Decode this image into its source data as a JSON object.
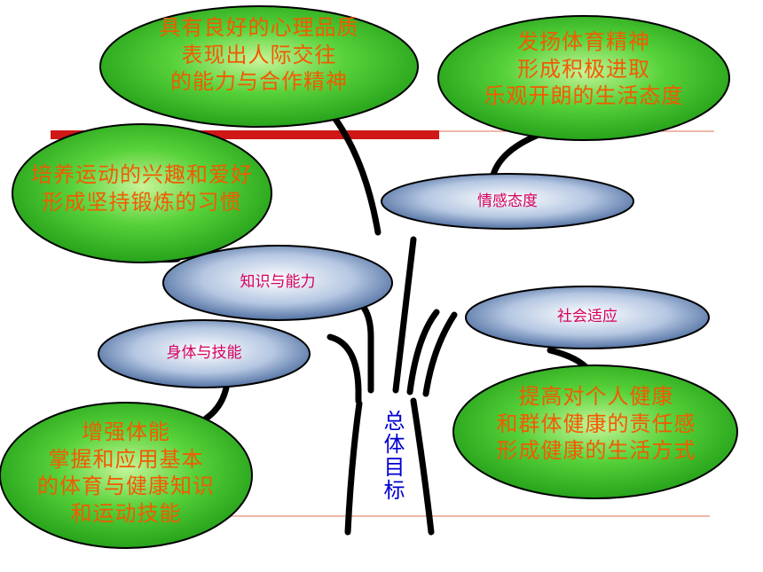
{
  "center": {
    "label": "总体目标"
  },
  "categories": {
    "emotion": "情感态度",
    "knowledge": "知识与能力",
    "social": "社会适应",
    "body": "身体与技能"
  },
  "goals": {
    "top_left": [
      "具有良好的心理品质",
      "表现出人际交往",
      "的能力与合作精神"
    ],
    "top_right": [
      "发扬体育精神",
      "形成积极进取",
      "乐观开朗的生活态度"
    ],
    "mid_left": [
      "培养运动的兴趣和爱好",
      "形成坚持锻炼的习惯"
    ],
    "bottom_right": [
      "提高对个人健康",
      "和群体健康的责任感",
      "形成健康的生活方式"
    ],
    "bottom_left": [
      "增强体能",
      "掌握和应用基本",
      "的体育与健康知识",
      "和运动技能"
    ]
  },
  "colors": {
    "green_fill": "#2fb81f",
    "green_text": "#f25a00",
    "blue_fill": "#5d82b6",
    "blue_text": "#d6005f",
    "trunk_text": "#0000d0",
    "red_bar": "#d01818"
  }
}
